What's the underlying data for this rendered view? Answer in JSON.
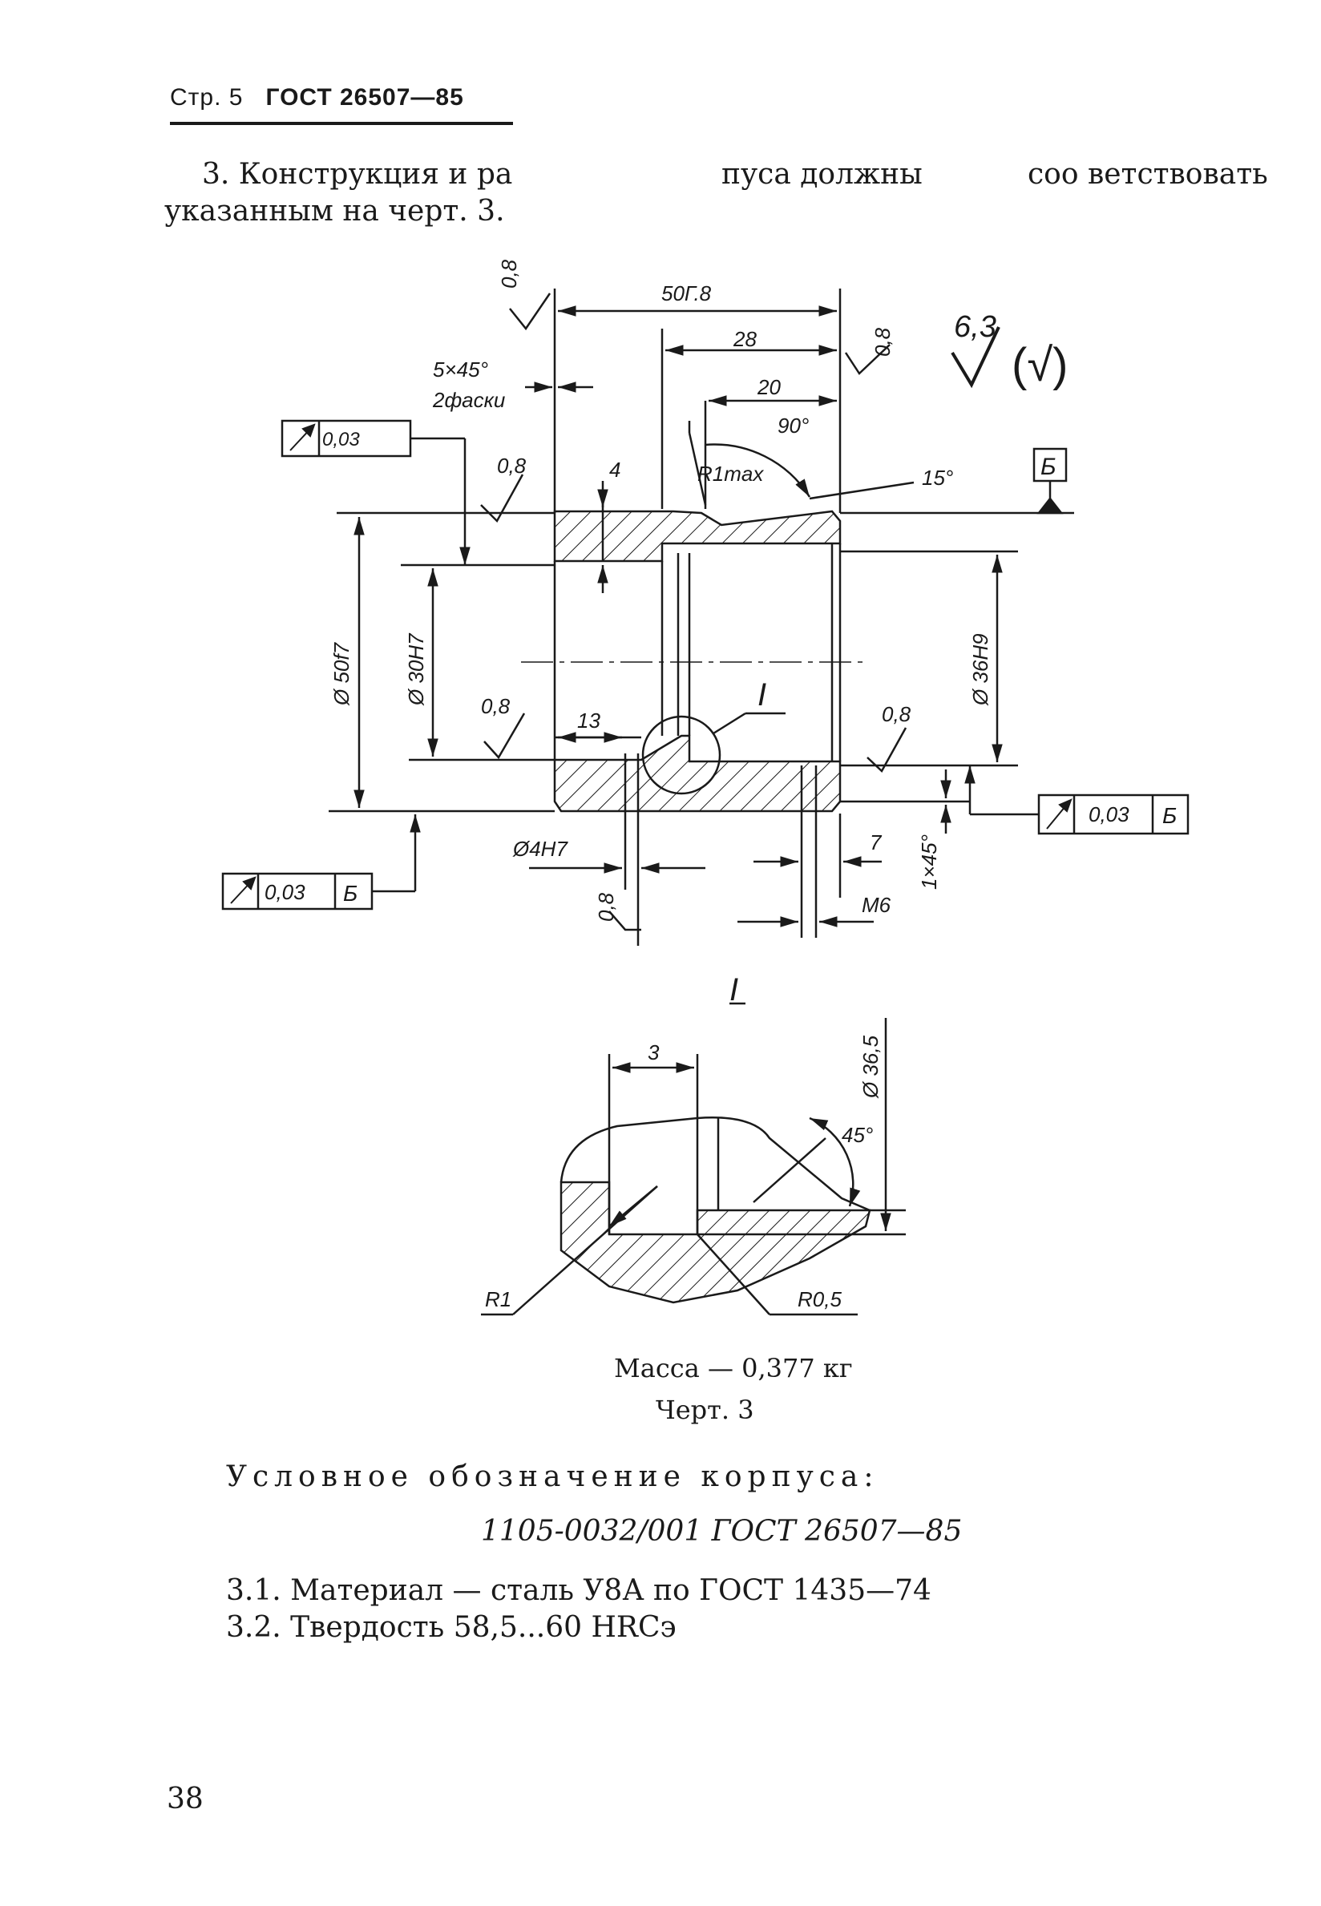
{
  "header": {
    "page_label": "Стр. 5",
    "standard": "ГОСТ 26507—85"
  },
  "intro": {
    "line1_part1": "3. Конструкция и ра",
    "line1_part2": "пуса должны",
    "line1_part3": "соо ветствовать",
    "line2": "указанным на черт. 3."
  },
  "drawing": {
    "dims": {
      "overall_length": "50Г.8",
      "length_28": "28",
      "length_20": "20",
      "chamfer": "5×45°",
      "chamfer_note": "2фаски",
      "angle_90": "90°",
      "r1max": "R1max",
      "angle_15": "15°",
      "dim_4": "4",
      "dia_50": "Ø 50f7",
      "dia_30": "Ø 30H7",
      "dia_36": "Ø 36H9",
      "dim_13": "13",
      "dia_4": "Ø4H7",
      "dim_7": "7",
      "chamfer_1x45": "1×45°",
      "thread_m6": "M6",
      "detail_ref": "I"
    },
    "roughness": {
      "general": "6,3",
      "bracket": "(√)",
      "r08": "0,8"
    },
    "datum": "Б",
    "tolerance": {
      "value_top": "0,03",
      "value": "0,03",
      "datum": "Б"
    },
    "detail": {
      "label": "I",
      "dim_3": "3",
      "dia_365": "Ø 36,5",
      "angle_45": "45°",
      "r1": "R1",
      "r05": "R0,5"
    }
  },
  "caption": {
    "mass": "Масса — 0,377 кг",
    "figure": "Черт. 3"
  },
  "designation": {
    "label": "Условное обозначение корпуса:",
    "code": "1105-0032/001 ГОСТ 26507—85"
  },
  "items": [
    "3.1. Материал — сталь У8А по ГОСТ 1435—74",
    "3.2. Твердость 58,5...60 HRCэ"
  ],
  "page_number": "38"
}
